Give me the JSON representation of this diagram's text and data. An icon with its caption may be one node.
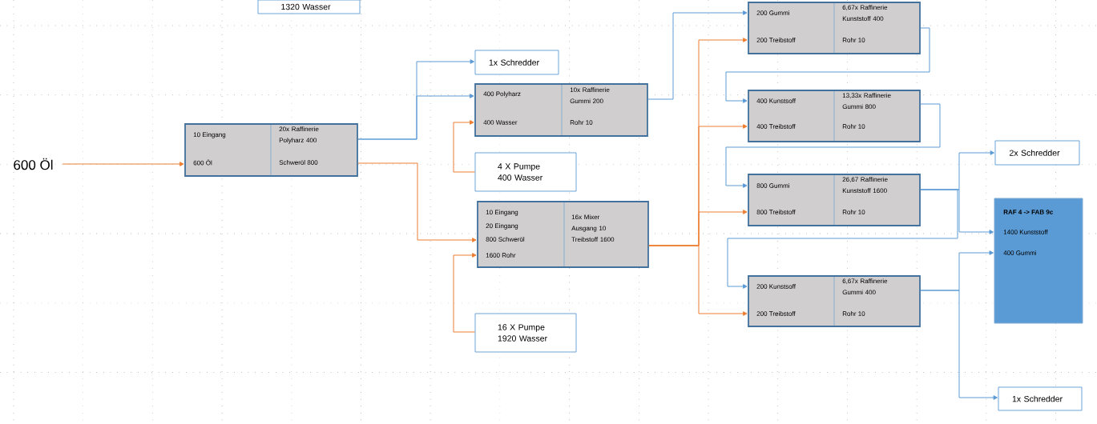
{
  "diagram": {
    "nodes": [
      {
        "text": [
          "600 Öl"
        ]
      },
      {
        "text": [
          "10 Eingang",
          "600 Öl",
          "20x Raffinerie Polyharz 400",
          "Schweröl 800"
        ]
      },
      {
        "text": [
          "1x Schredder"
        ]
      },
      {
        "text": [
          "400 Polyharz",
          "400 Wasser",
          "10x Raffinerie Gummi 200",
          "Rohr 10"
        ]
      },
      {
        "text": [
          "4 X Pumpe 400 Wasser"
        ]
      },
      {
        "text": [
          "10 Eingang",
          "20 Eingang",
          "800 Schweröl",
          "1600 Rohr",
          "16x Mixer Ausgang 10 Treibstoff 1600"
        ]
      },
      {
        "text": [
          "16 X Pumpe 1920 Wasser"
        ]
      },
      {
        "text": [
          "1320 Wasser"
        ]
      },
      {
        "text": [
          "200 Gummi",
          "200 Treibstoff",
          "6,67x Raffinerie Kunststoff 400",
          "Rohr 10"
        ]
      },
      {
        "text": [
          "400 Kunstsoff",
          "400 Treibstoff",
          "13,33x Raffinerie Gummi 800",
          "Rohr 10"
        ]
      },
      {
        "text": [
          "800 Gummi",
          "800 Treibstoff",
          "26,67 Raffinerie Kunststoff 1600",
          "Rohr 10"
        ]
      },
      {
        "text": [
          "200 Kunstsoff",
          "200 Treibstoff",
          "6,67x Raffinerie Gummi 400",
          "Rohr 10"
        ]
      },
      {
        "text": [
          "2x Schredder"
        ]
      },
      {
        "text": [
          "RAF 4 -> FAB 9c",
          "1400 Kunststoff",
          "400 Gummi"
        ]
      },
      {
        "text": [
          "1x Schredder"
        ]
      }
    ],
    "edges": [
      {
        "from": 0,
        "to": 1,
        "arrow": "to",
        "color": "#ed7d31"
      },
      {
        "from": 1,
        "to": 2,
        "arrow": "to"
      },
      {
        "from": 1,
        "to": 3,
        "arrow": "to"
      },
      {
        "from": 1,
        "to": 5,
        "arrow": "to",
        "color": "#ed7d31"
      },
      {
        "from": 4,
        "to": 3,
        "arrow": "to",
        "color": "#ed7d31"
      },
      {
        "from": 6,
        "to": 5,
        "arrow": "to",
        "color": "#ed7d31"
      },
      {
        "from": 3,
        "to": 8,
        "arrow": "to"
      },
      {
        "from": 5,
        "to": 8,
        "arrow": "to",
        "color": "#ed7d31"
      },
      {
        "from": 5,
        "to": 9,
        "arrow": "to",
        "color": "#ed7d31"
      },
      {
        "from": 5,
        "to": 10,
        "arrow": "to",
        "color": "#ed7d31"
      },
      {
        "from": 5,
        "to": 11,
        "arrow": "to",
        "color": "#ed7d31"
      },
      {
        "from": 8,
        "to": 9,
        "arrow": "to"
      },
      {
        "from": 9,
        "to": 10,
        "arrow": "to"
      },
      {
        "from": 10,
        "to": 12,
        "arrow": "to"
      },
      {
        "from": 10,
        "to": 13,
        "arrow": "to"
      },
      {
        "from": 10,
        "to": 11,
        "arrow": "to"
      },
      {
        "from": 11,
        "to": 13,
        "arrow": "to"
      },
      {
        "from": 11,
        "to": 14,
        "arrow": "to"
      }
    ]
  }
}
